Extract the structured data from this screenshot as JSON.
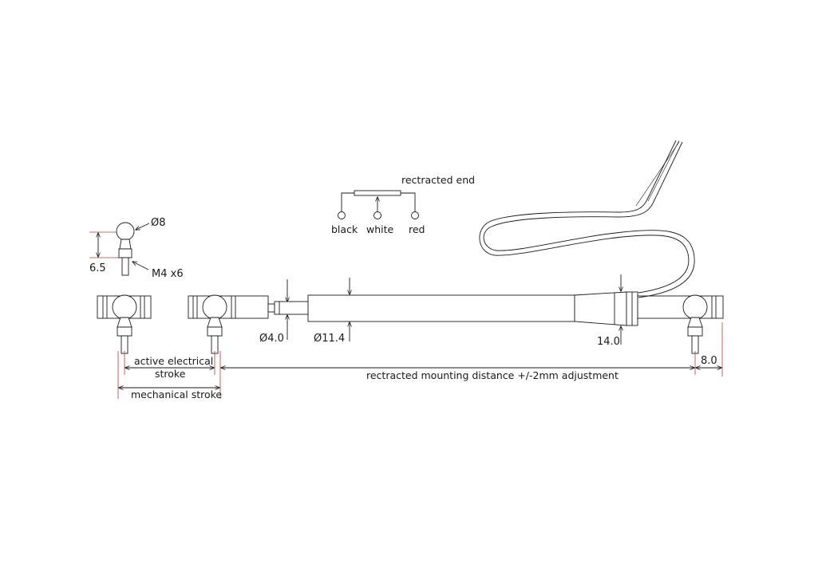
{
  "wiring": {
    "title": "rectracted end",
    "pins": [
      "black",
      "white",
      "red"
    ]
  },
  "ball_end": {
    "diameter": "Ø8",
    "height": "6.5",
    "thread": "M4 x6"
  },
  "dimensions": {
    "rod_diameter": "Ø4.0",
    "body_diameter": "Ø11.4",
    "taper_diameter": "14.0",
    "end_offset": "8.0"
  },
  "strokes": {
    "active_line1": "active electrical",
    "active_line2": "stroke",
    "mechanical": "mechanical stroke",
    "mounting": "rectracted mounting distance +/-2mm adjustment"
  },
  "colors": {
    "line": "#1a1a1a",
    "accent": "#c0392b"
  }
}
